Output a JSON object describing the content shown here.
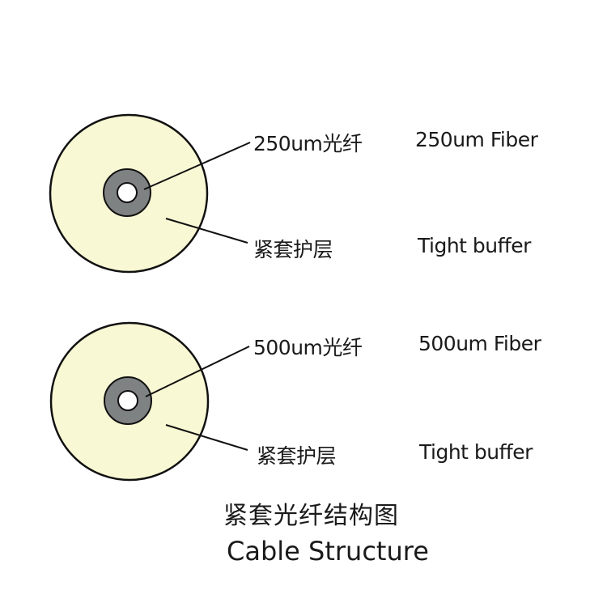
{
  "colors": {
    "jacket_fill": "#f9f8d4",
    "outline": "#111111",
    "fiber_fill": "#7f8282",
    "core_fill": "#ffffff",
    "text": "#1a1a1a"
  },
  "sections": [
    {
      "fiber_cn": "250um光纤",
      "fiber_en": "250um Fiber",
      "buffer_cn": "紧套护层",
      "buffer_en": "Tight buffer"
    },
    {
      "fiber_cn": "500um光纤",
      "fiber_en": "500um Fiber",
      "buffer_cn": "紧套护层",
      "buffer_en": "Tight buffer"
    }
  ],
  "caption": {
    "cn": "紧套光纤结构图",
    "en": "Cable Structure"
  }
}
